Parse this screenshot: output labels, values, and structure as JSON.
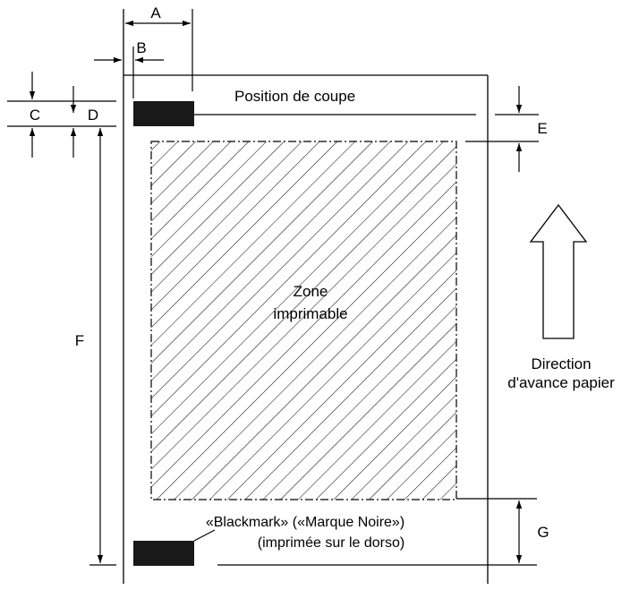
{
  "labels": {
    "a": "A",
    "b": "B",
    "c": "C",
    "d": "D",
    "e": "E",
    "f": "F",
    "g": "G"
  },
  "cut_position": "Position de coupe",
  "printable_zone": {
    "line1": "Zone",
    "line2": "imprimable"
  },
  "feed_direction": {
    "line1": "Direction",
    "line2": "d'avance papier"
  },
  "blackmark": {
    "line1": "«Blackmark» («Marque Noire»)",
    "line2": "(imprimée sur le dorso)"
  },
  "colors": {
    "line": "#000000",
    "mark": "#1a1a1a",
    "background": "#ffffff"
  }
}
